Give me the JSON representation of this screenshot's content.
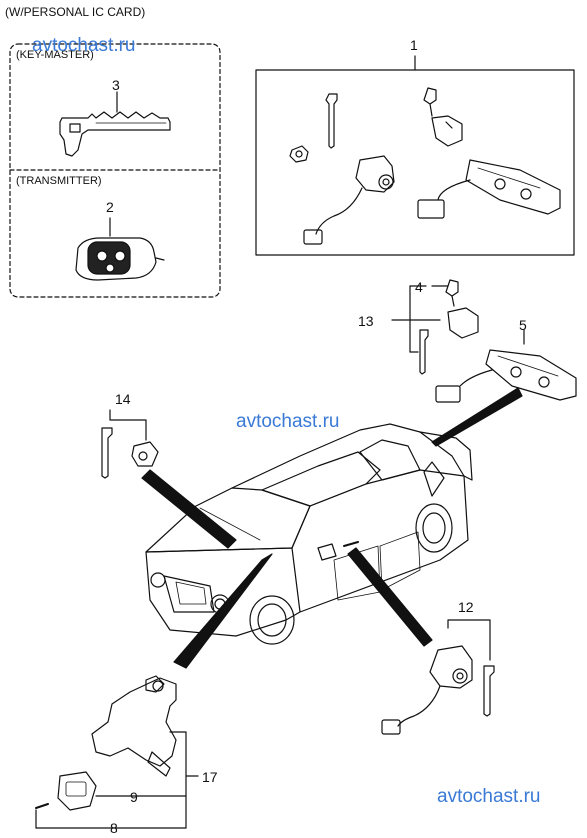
{
  "header": {
    "variant": "(W/PERSONAL IC CARD)"
  },
  "watermark": {
    "text": "avtochast.ru",
    "color": "#3a7ad6"
  },
  "key_box": {
    "key_master": "(KEY-MASTER)",
    "transmitter": "(TRANSMITTER)"
  },
  "callouts": {
    "c1": "1",
    "c2": "2",
    "c3": "3",
    "c4": "4",
    "c5": "5",
    "c8": "8",
    "c9": "9",
    "c12": "12",
    "c13": "13",
    "c14": "14",
    "c17": "17"
  },
  "colors": {
    "ink": "#111111",
    "watermark": "#3a7ad6",
    "background": "#ffffff"
  }
}
